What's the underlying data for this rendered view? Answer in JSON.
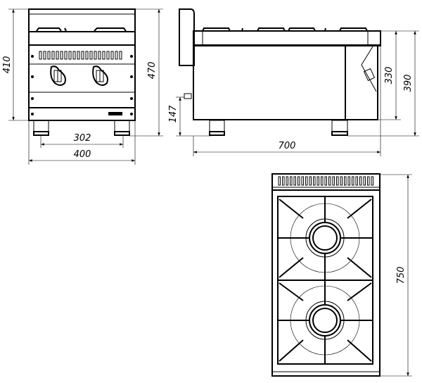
{
  "drawing": {
    "title": "Two-burner gas cooktop dimensional drawing",
    "views": [
      "front",
      "side",
      "top"
    ],
    "dimensions": {
      "front_height": "410",
      "front_total_height": "470",
      "leg_spacing": "302",
      "width": "400",
      "side_inlet_height": "147",
      "depth": "700",
      "side_body_height": "330",
      "side_total_height": "390",
      "top_depth": "750"
    },
    "line_color": "#000000",
    "background": "#ffffff"
  }
}
